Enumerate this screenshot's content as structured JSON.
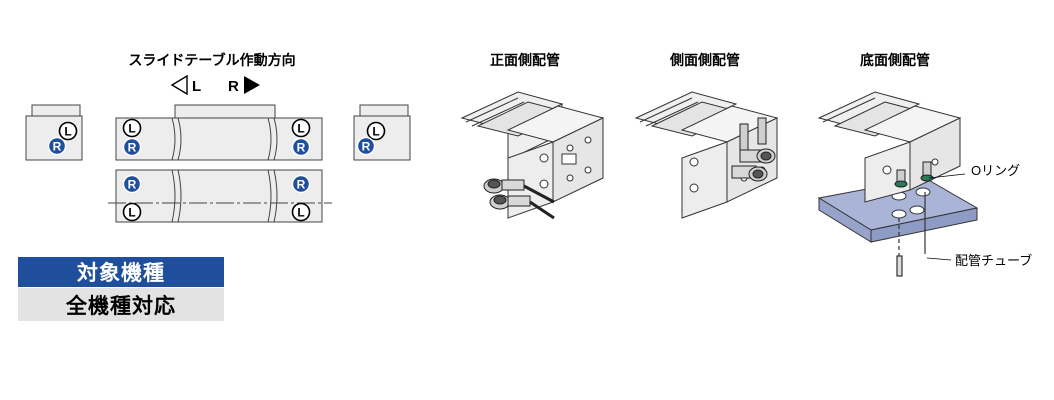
{
  "header": {
    "direction_title": "スライドテーブル作動方向",
    "left_label": "L",
    "right_label": "R"
  },
  "markers": {
    "l": "L",
    "r": "R"
  },
  "piping": {
    "front": "正面側配管",
    "side": "側面側配管",
    "bottom": "底面側配管"
  },
  "callouts": {
    "o_ring": "Oリング",
    "tube": "配管チューブ"
  },
  "target": {
    "heading": "対象機種",
    "value": "全機種対応"
  },
  "colors": {
    "accent_blue": "#1f4f9c",
    "plate_blue": "#a9b4d6",
    "body_gray": "#e9e9e9",
    "band_gray": "#e3e3e3"
  }
}
